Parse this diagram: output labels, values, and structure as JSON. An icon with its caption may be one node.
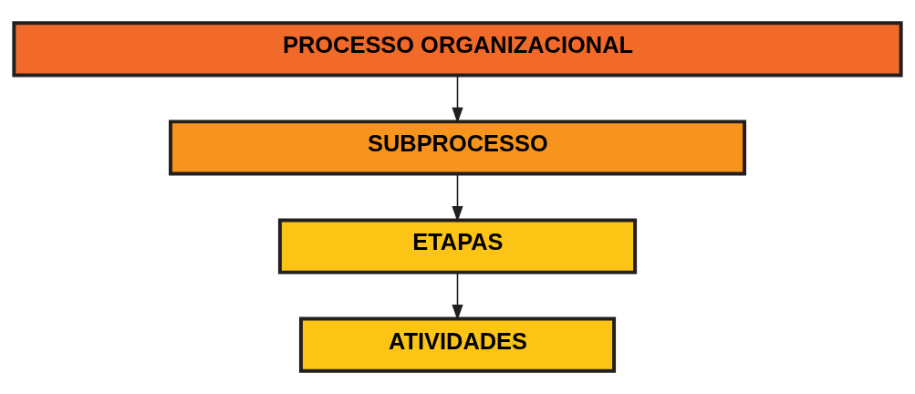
{
  "diagram": {
    "nodes": [
      {
        "text": [
          "PROCESSO ORGANIZACIONAL"
        ]
      },
      {
        "text": [
          "SUBPROCESSO"
        ]
      },
      {
        "text": [
          "ETAPAS"
        ]
      },
      {
        "text": [
          "ATIVIDADES"
        ]
      }
    ],
    "edges": [
      {
        "from": 0,
        "to": 1,
        "arrow": "to"
      },
      {
        "from": 1,
        "to": 2,
        "arrow": "to"
      },
      {
        "from": 2,
        "to": 3,
        "arrow": "to"
      }
    ]
  }
}
